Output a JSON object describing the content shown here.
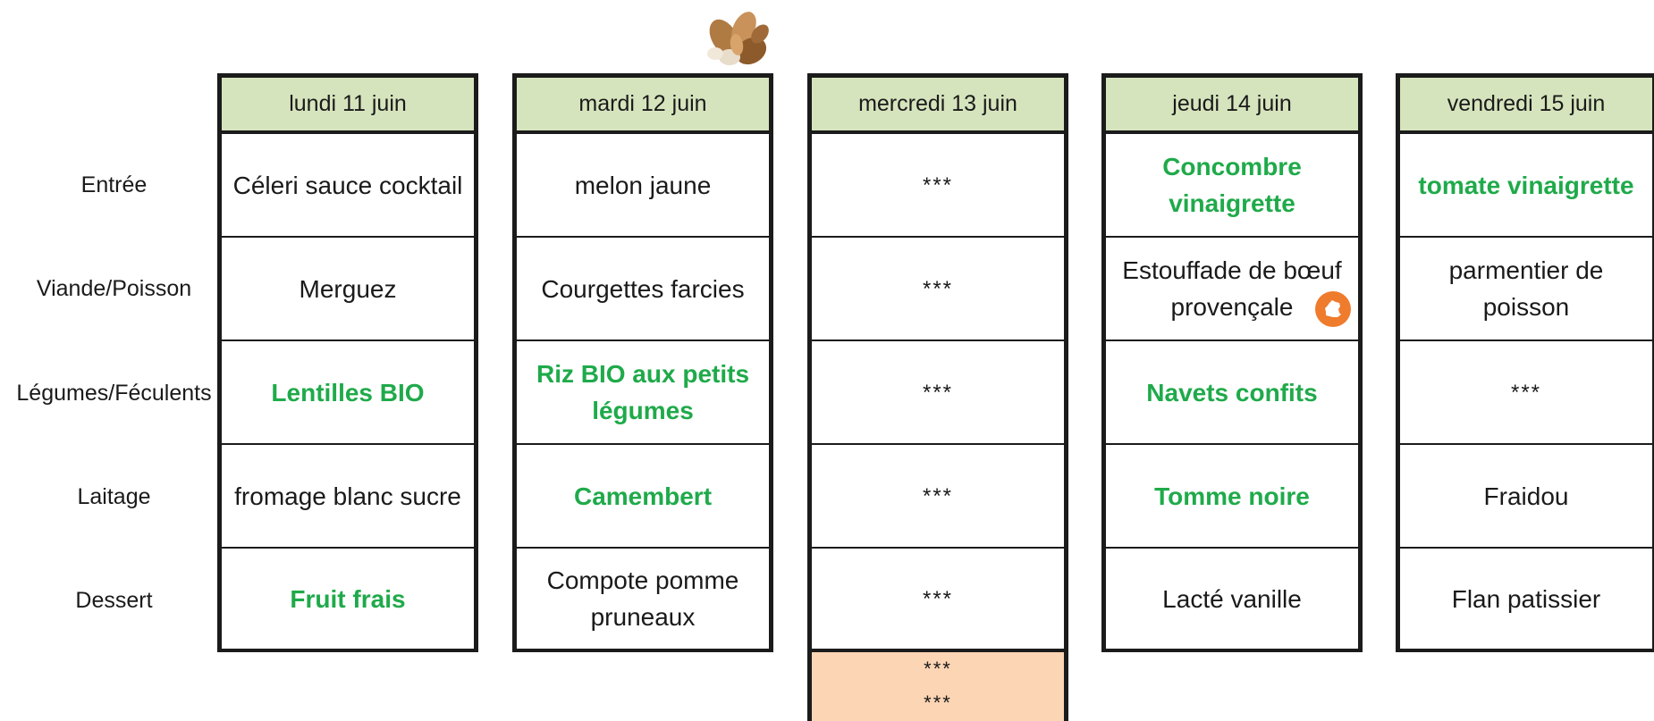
{
  "row_labels": [
    "Entrée",
    "Viande/Poisson",
    "Légumes/Féculents",
    "Laitage",
    "Dessert"
  ],
  "days": [
    {
      "header": "lundi 11 juin",
      "cells": [
        "Céleri sauce cocktail",
        "Merguez",
        "Lentilles BIO",
        "fromage blanc sucre",
        "Fruit frais"
      ]
    },
    {
      "header": "mardi 12 juin",
      "cells": [
        "melon jaune",
        "Courgettes farcies",
        "Riz BIO aux petits légumes",
        "Camembert",
        "Compote pomme pruneaux"
      ]
    },
    {
      "header": "mercredi 13 juin",
      "cells": [
        "***",
        "***",
        "***",
        "***",
        "***"
      ]
    },
    {
      "header": "jeudi 14 juin",
      "cells": [
        "Concombre vinaigrette",
        "Estouffade de bœuf provençale",
        "Navets confits",
        "Tomme noire",
        "Lacté vanille"
      ]
    },
    {
      "header": "vendredi 15 juin",
      "cells": [
        "tomate vinaigrette",
        "parmentier de poisson",
        "***",
        "Fraidou",
        "Flan patissier"
      ]
    }
  ],
  "extra_cells": [
    "***",
    "***"
  ],
  "icons": {
    "nuts": "nuts-image",
    "origin": "france-origin-icon"
  },
  "colors": {
    "header_bg": "#d6e4bd",
    "highlight_text": "#1faa4a",
    "extra_bg": "#fcd5b5",
    "origin_badge": "#ef7b2d"
  }
}
